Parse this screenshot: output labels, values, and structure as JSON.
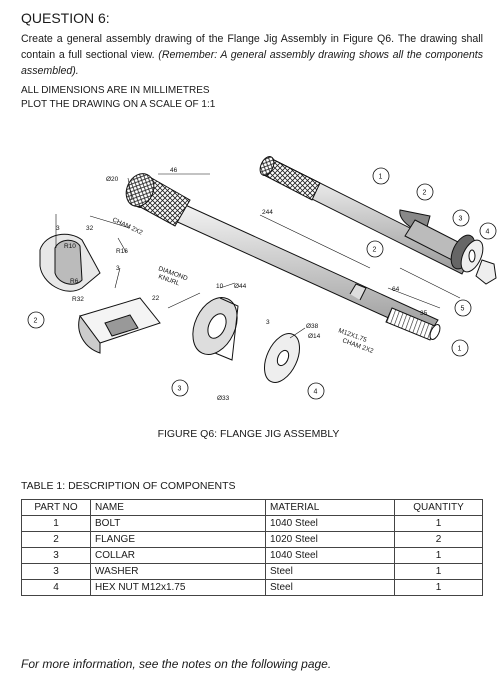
{
  "question": {
    "title": "QUESTION 6:",
    "body_plain": "Create a general assembly drawing of the Flange Jig Assembly in Figure Q6. The drawing shall contain a full sectional view.",
    "body_italic": "(Remember:  A general assembly drawing shows all the components assembled)."
  },
  "instructions": {
    "line1": "ALL DIMENSIONS ARE IN MILLIMETRES",
    "line2": "PLOT THE DRAWING ON A SCALE OF 1:1"
  },
  "figure": {
    "caption": "FIGURE Q6: FLANGE JIG ASSEMBLY",
    "labels": {
      "d20": "Ø20",
      "l46": "46",
      "l244": "244",
      "cham": "CHAM 2X2",
      "l32": "32",
      "r10": "R10",
      "r16": "R16",
      "l3a": "3",
      "r6": "R6",
      "r32": "R32",
      "l3b": "3",
      "l22": "22",
      "diamond": "DIAMOND",
      "knurl": "KNURL",
      "l10": "10",
      "d44": "Ø44",
      "l3c": "3",
      "d38": "Ø38",
      "d14": "Ø14",
      "d33": "Ø33",
      "thread": "M12X1.75",
      "cham2": "CHAM 2X2",
      "l64": "64",
      "l35": "35"
    },
    "balloons": {
      "b1a": "1",
      "b2a": "2",
      "b3a": "3",
      "b4a": "4",
      "b5": "5",
      "b2b": "2",
      "b1b": "1",
      "b2c": "2",
      "b3b": "3",
      "b4b": "4"
    }
  },
  "table": {
    "title": "TABLE 1: DESCRIPTION OF COMPONENTS",
    "headers": {
      "part_no": "PART NO",
      "name": "NAME",
      "material": "MATERIAL",
      "quantity": "QUANTITY"
    },
    "rows": [
      {
        "part_no": "1",
        "name": "BOLT",
        "material": "1040 Steel",
        "quantity": "1"
      },
      {
        "part_no": "2",
        "name": "FLANGE",
        "material": "1020 Steel",
        "quantity": "2"
      },
      {
        "part_no": "3",
        "name": "COLLAR",
        "material": "1040 Steel",
        "quantity": "1"
      },
      {
        "part_no": "3",
        "name": "WASHER",
        "material": "Steel",
        "quantity": "1"
      },
      {
        "part_no": "4",
        "name": "HEX NUT M12x1.75",
        "material": "Steel",
        "quantity": "1"
      }
    ]
  },
  "footer": {
    "note": "For more information, see the notes on the following page."
  }
}
